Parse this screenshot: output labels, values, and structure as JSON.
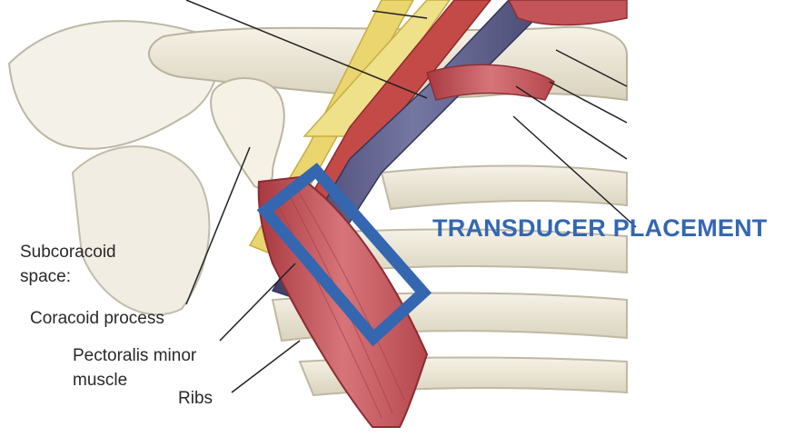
{
  "overlay_title": "TRANSDUCER PLACEMENT",
  "labels": {
    "subcoracoid_space_line1": "Subcoracoid",
    "subcoracoid_space_line2": "space:",
    "coracoid_process": "Coracoid process",
    "pectoralis_minor_line1": "Pectoralis minor",
    "pectoralis_minor_line2": "muscle",
    "ribs": "Ribs"
  },
  "colors": {
    "transducer_outline": "#3566b0",
    "title_text": "#3467b4",
    "bone": "#ece7d8",
    "muscle": "#c9575c",
    "nerve": "#e9d36a",
    "vein": "#5c5e86"
  }
}
